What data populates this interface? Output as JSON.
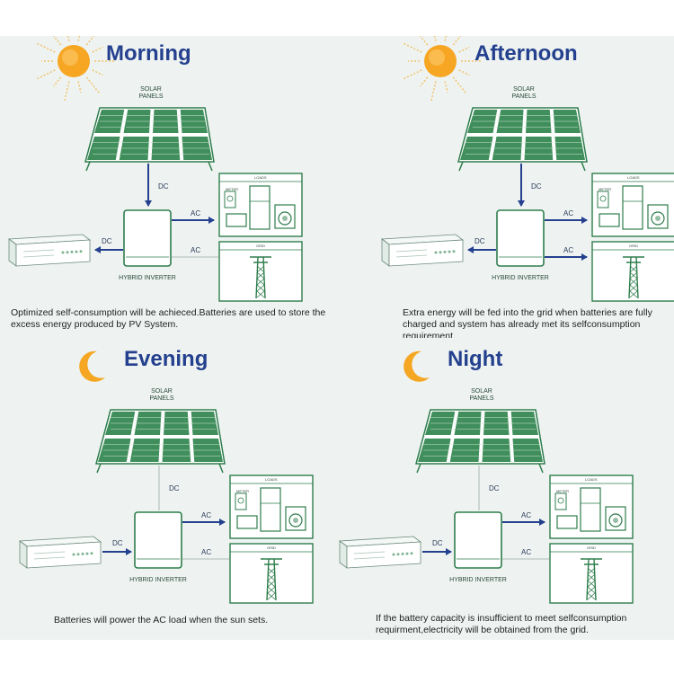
{
  "labels": {
    "solar": "SOLAR PANELS",
    "inverter": "HYBRID INVERTER",
    "dc": "DC",
    "ac": "AC",
    "loads": "LOADS",
    "grid": "GRID",
    "meter": "METER"
  },
  "colors": {
    "title": "#24408e",
    "arrow": "#24408e",
    "line": "#2d8a4e",
    "panel": "#1f7a3f",
    "background": "#eef3f1"
  },
  "panels": [
    {
      "key": "morning",
      "title": "Morning",
      "icon": "sun-icon",
      "description": "Optimized self-consumption will be achieced.Batteries are used to store the excess energy produced by PV System.",
      "flows": {
        "solar_to_inverter": true,
        "inverter_to_loads": true,
        "inverter_to_battery": true,
        "inverter_to_grid": false,
        "battery_to_inverter": false,
        "grid_to_loads": false
      }
    },
    {
      "key": "afternoon",
      "title": "Afternoon",
      "icon": "sun-icon",
      "description": "Extra energy will be fed into the grid when batteries are fully charged and system has already met its selfconsumption requirement.",
      "flows": {
        "solar_to_inverter": true,
        "inverter_to_loads": true,
        "inverter_to_battery": true,
        "inverter_to_grid": true,
        "battery_to_inverter": false,
        "grid_to_loads": false
      }
    },
    {
      "key": "evening",
      "title": "Evening",
      "icon": "moon-icon",
      "description": "Batteries will power the AC load when the sun sets.",
      "flows": {
        "solar_to_inverter": false,
        "inverter_to_loads": true,
        "inverter_to_battery": false,
        "inverter_to_grid": false,
        "battery_to_inverter": true,
        "grid_to_loads": false
      }
    },
    {
      "key": "night",
      "title": "Night",
      "icon": "moon-icon",
      "description": "If the battery capacity is insufficient to meet selfconsumption requirment,electricity will be obtained from the grid.",
      "flows": {
        "solar_to_inverter": false,
        "inverter_to_loads": true,
        "inverter_to_battery": false,
        "inverter_to_grid": false,
        "battery_to_inverter": true,
        "grid_to_loads": true
      }
    }
  ]
}
